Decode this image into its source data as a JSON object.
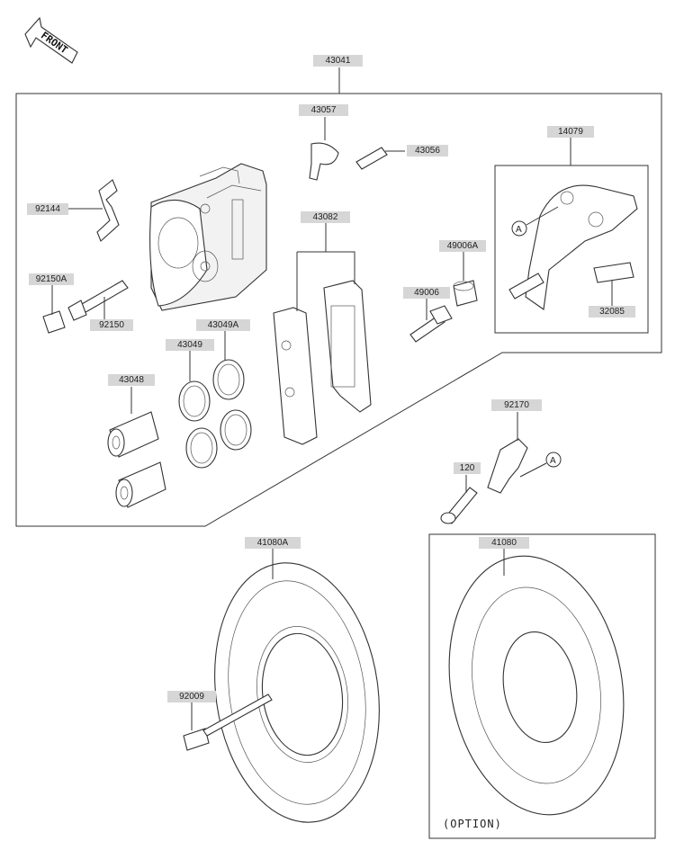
{
  "diagram": {
    "front_arrow_text": "FRONT",
    "option_text": "(OPTION)",
    "reference_letter": "A",
    "part_labels": {
      "caliper_assy": "43041",
      "bleeder_cap": "43057",
      "bleeder_valve": "43056",
      "bracket_assy": "14079",
      "pad_spring": "92144",
      "pad_set": "43082",
      "boot": "49006A",
      "collar_pin": "49006",
      "plug": "92150A",
      "bolt_pad_pin": "92150",
      "seal_a": "43049A",
      "seal_b": "43049",
      "piston": "43048",
      "pad_clip": "32085",
      "clamp": "92170",
      "bolt_120": "120",
      "disc_std": "41080A",
      "disc_opt": "41080",
      "bolt_disc": "92009"
    }
  }
}
